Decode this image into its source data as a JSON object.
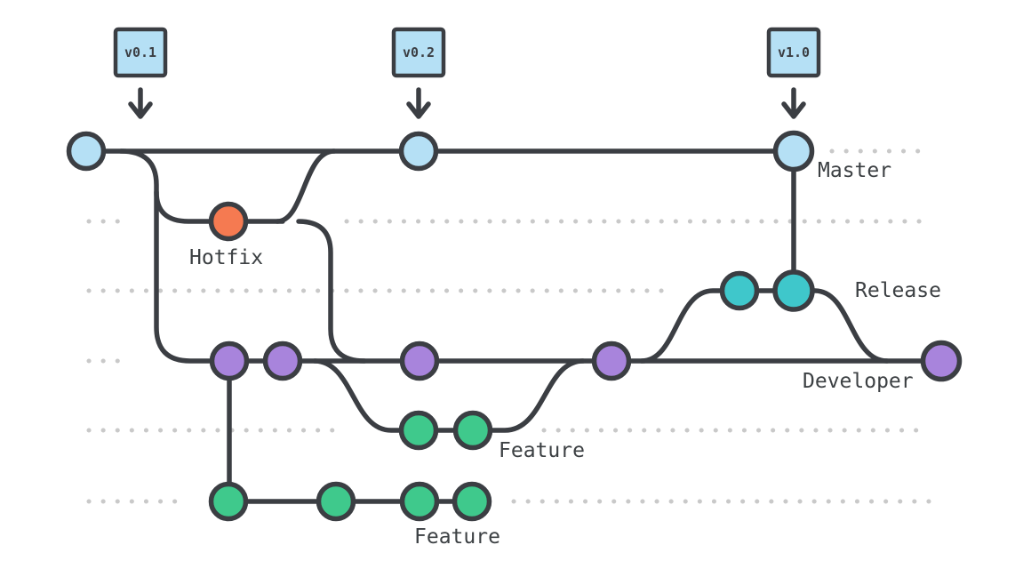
{
  "diagram": {
    "type": "git-branching-flow",
    "tags": [
      {
        "label": "v0.1"
      },
      {
        "label": "v0.2"
      },
      {
        "label": "v1.0"
      }
    ],
    "branches": {
      "master": {
        "label": "Master",
        "color": "#b5e0f5",
        "commits": 3
      },
      "hotfix": {
        "label": "Hotfix",
        "color": "#f57a51",
        "commits": 1
      },
      "release": {
        "label": "Release",
        "color": "#3fc7cb",
        "commits": 2
      },
      "developer": {
        "label": "Developer",
        "color": "#a884dc",
        "commits": 5
      },
      "feature_top": {
        "label": "Feature",
        "color": "#3fc98c",
        "commits": 2
      },
      "feature_bottom": {
        "label": "Feature",
        "color": "#3fc98c",
        "commits": 4
      }
    },
    "colors": {
      "line": "#3b3e43",
      "dots": "#c9c9c9",
      "text": "#3c4043",
      "background": "#ffffff"
    }
  }
}
